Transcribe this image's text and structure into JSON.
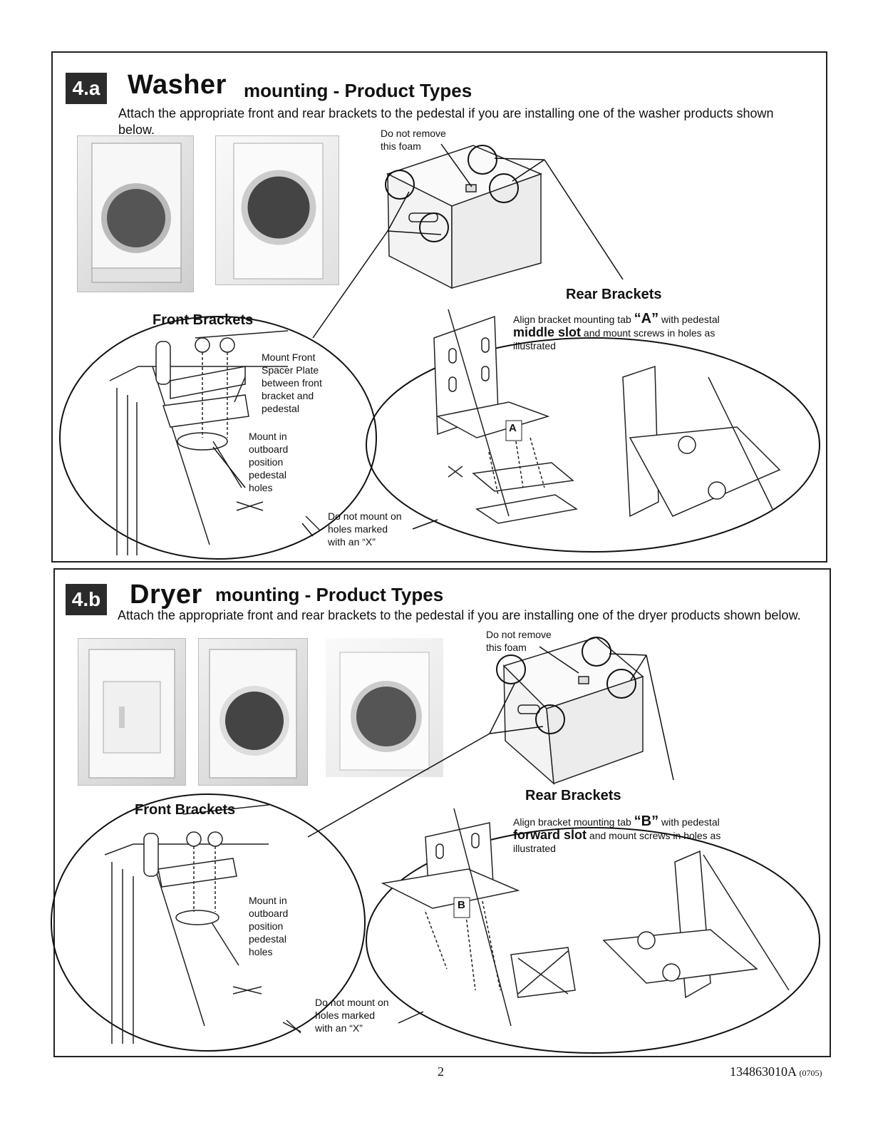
{
  "washer": {
    "badge": "4.a",
    "title": "Washer",
    "subtitle": "mounting - Product Types",
    "intro": "Attach the appropriate front and rear brackets to the pedestal if you are installing one of the washer products shown below.",
    "foam_note_line1": "Do not remove",
    "foam_note_line2": "this foam",
    "front_heading": "Front Brackets",
    "rear_heading": "Rear Brackets",
    "spacer_note": [
      "Mount Front",
      "Spacer Plate",
      "between front",
      "bracket and",
      "pedestal"
    ],
    "outboard_note": [
      "Mount in",
      "outboard",
      "position",
      "pedestal",
      "holes"
    ],
    "x_note": [
      "Do not mount on",
      "holes marked",
      "with an “X”"
    ],
    "rear_note_pre": "Align bracket mounting tab ",
    "rear_note_tab": "“A”",
    "rear_note_mid": " with pedestal ",
    "rear_note_slot": "middle slot",
    "rear_note_post": " and mount screws in holes as illustrated",
    "tab_letter": "A"
  },
  "dryer": {
    "badge": "4.b",
    "title": "Dryer",
    "subtitle": "mounting - Product Types",
    "intro": "Attach the appropriate front and rear brackets to the pedestal if you are installing one of the dryer products shown below.",
    "foam_note_line1": "Do not remove",
    "foam_note_line2": "this foam",
    "front_heading": "Front Brackets",
    "rear_heading": "Rear Brackets",
    "outboard_note": [
      "Mount in",
      "outboard",
      "position",
      "pedestal",
      "holes"
    ],
    "x_note": [
      "Do not mount on",
      "holes marked",
      "with an “X”"
    ],
    "rear_note_pre": "Align bracket mounting tab ",
    "rear_note_tab": "“B”",
    "rear_note_mid": " with pedestal ",
    "rear_note_slot": "forward slot",
    "rear_note_post": " and mount screws in holes as illustrated",
    "tab_letter": "B"
  },
  "footer": {
    "page_number": "2",
    "doc_code": "134863010A",
    "doc_rev": "(0705)"
  }
}
